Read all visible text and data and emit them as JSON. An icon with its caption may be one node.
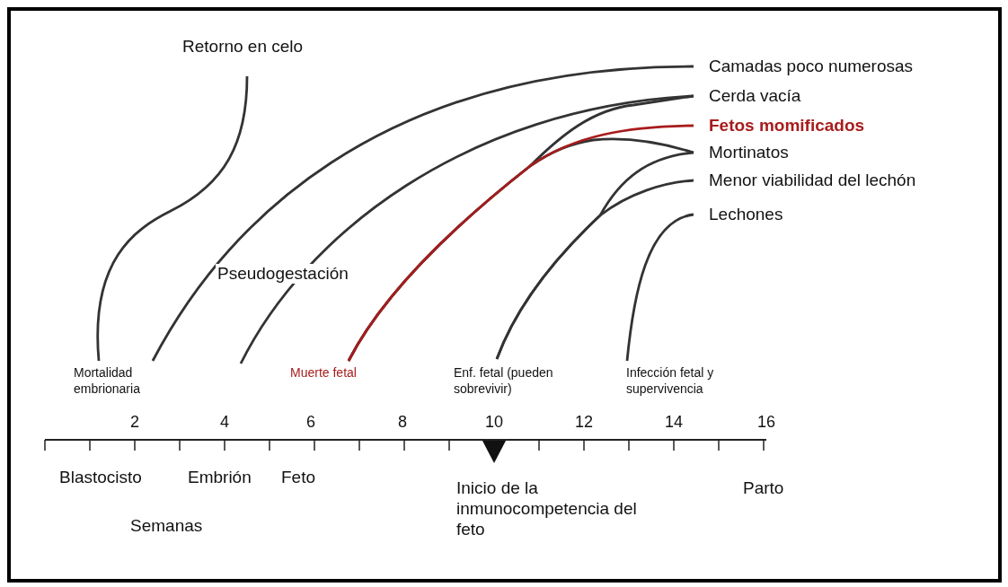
{
  "diagram": {
    "nodes": [
      {
        "text": [
          "Retorno en celo"
        ]
      },
      {
        "text": [
          "Camadas poco numerosas"
        ]
      },
      {
        "text": [
          "Cerda vacía"
        ]
      },
      {
        "text": [
          "Fetos momificados"
        ]
      },
      {
        "text": [
          "Mortinatos"
        ]
      },
      {
        "text": [
          "Menor viabilidad del lechón"
        ]
      },
      {
        "text": [
          "Lechones"
        ]
      },
      {
        "text": [
          "Mortalidad embrionaria"
        ]
      },
      {
        "text": [
          "Muerte fetal"
        ]
      },
      {
        "text": [
          "Enf. fetal (pueden sobrevivir)"
        ]
      },
      {
        "text": [
          "Infección fetal y supervivencia"
        ]
      }
    ],
    "edges": [
      {
        "from": 7,
        "to": 0,
        "arrow": "none"
      },
      {
        "from": 7,
        "to": 1,
        "arrow": "none"
      },
      {
        "from": null,
        "to": 2,
        "arrow": "none",
        "label": "Pseudogestación"
      },
      {
        "from": 8,
        "to": 3,
        "arrow": "none",
        "color": "#a81c1c"
      },
      {
        "from": 8,
        "to": 2,
        "arrow": "none"
      },
      {
        "from": 8,
        "to": 4,
        "arrow": "none"
      },
      {
        "from": 9,
        "to": 4,
        "arrow": "none"
      },
      {
        "from": 9,
        "to": 5,
        "arrow": "none"
      },
      {
        "from": 10,
        "to": 6,
        "arrow": "none"
      }
    ],
    "labels": [
      "2",
      "4",
      "6",
      "8",
      "10",
      "12",
      "14",
      "16",
      "Blastocisto",
      "Embrión",
      "Feto",
      "Inicio de la inmunocompetencia del feto",
      "Parto",
      "Semanas"
    ]
  }
}
